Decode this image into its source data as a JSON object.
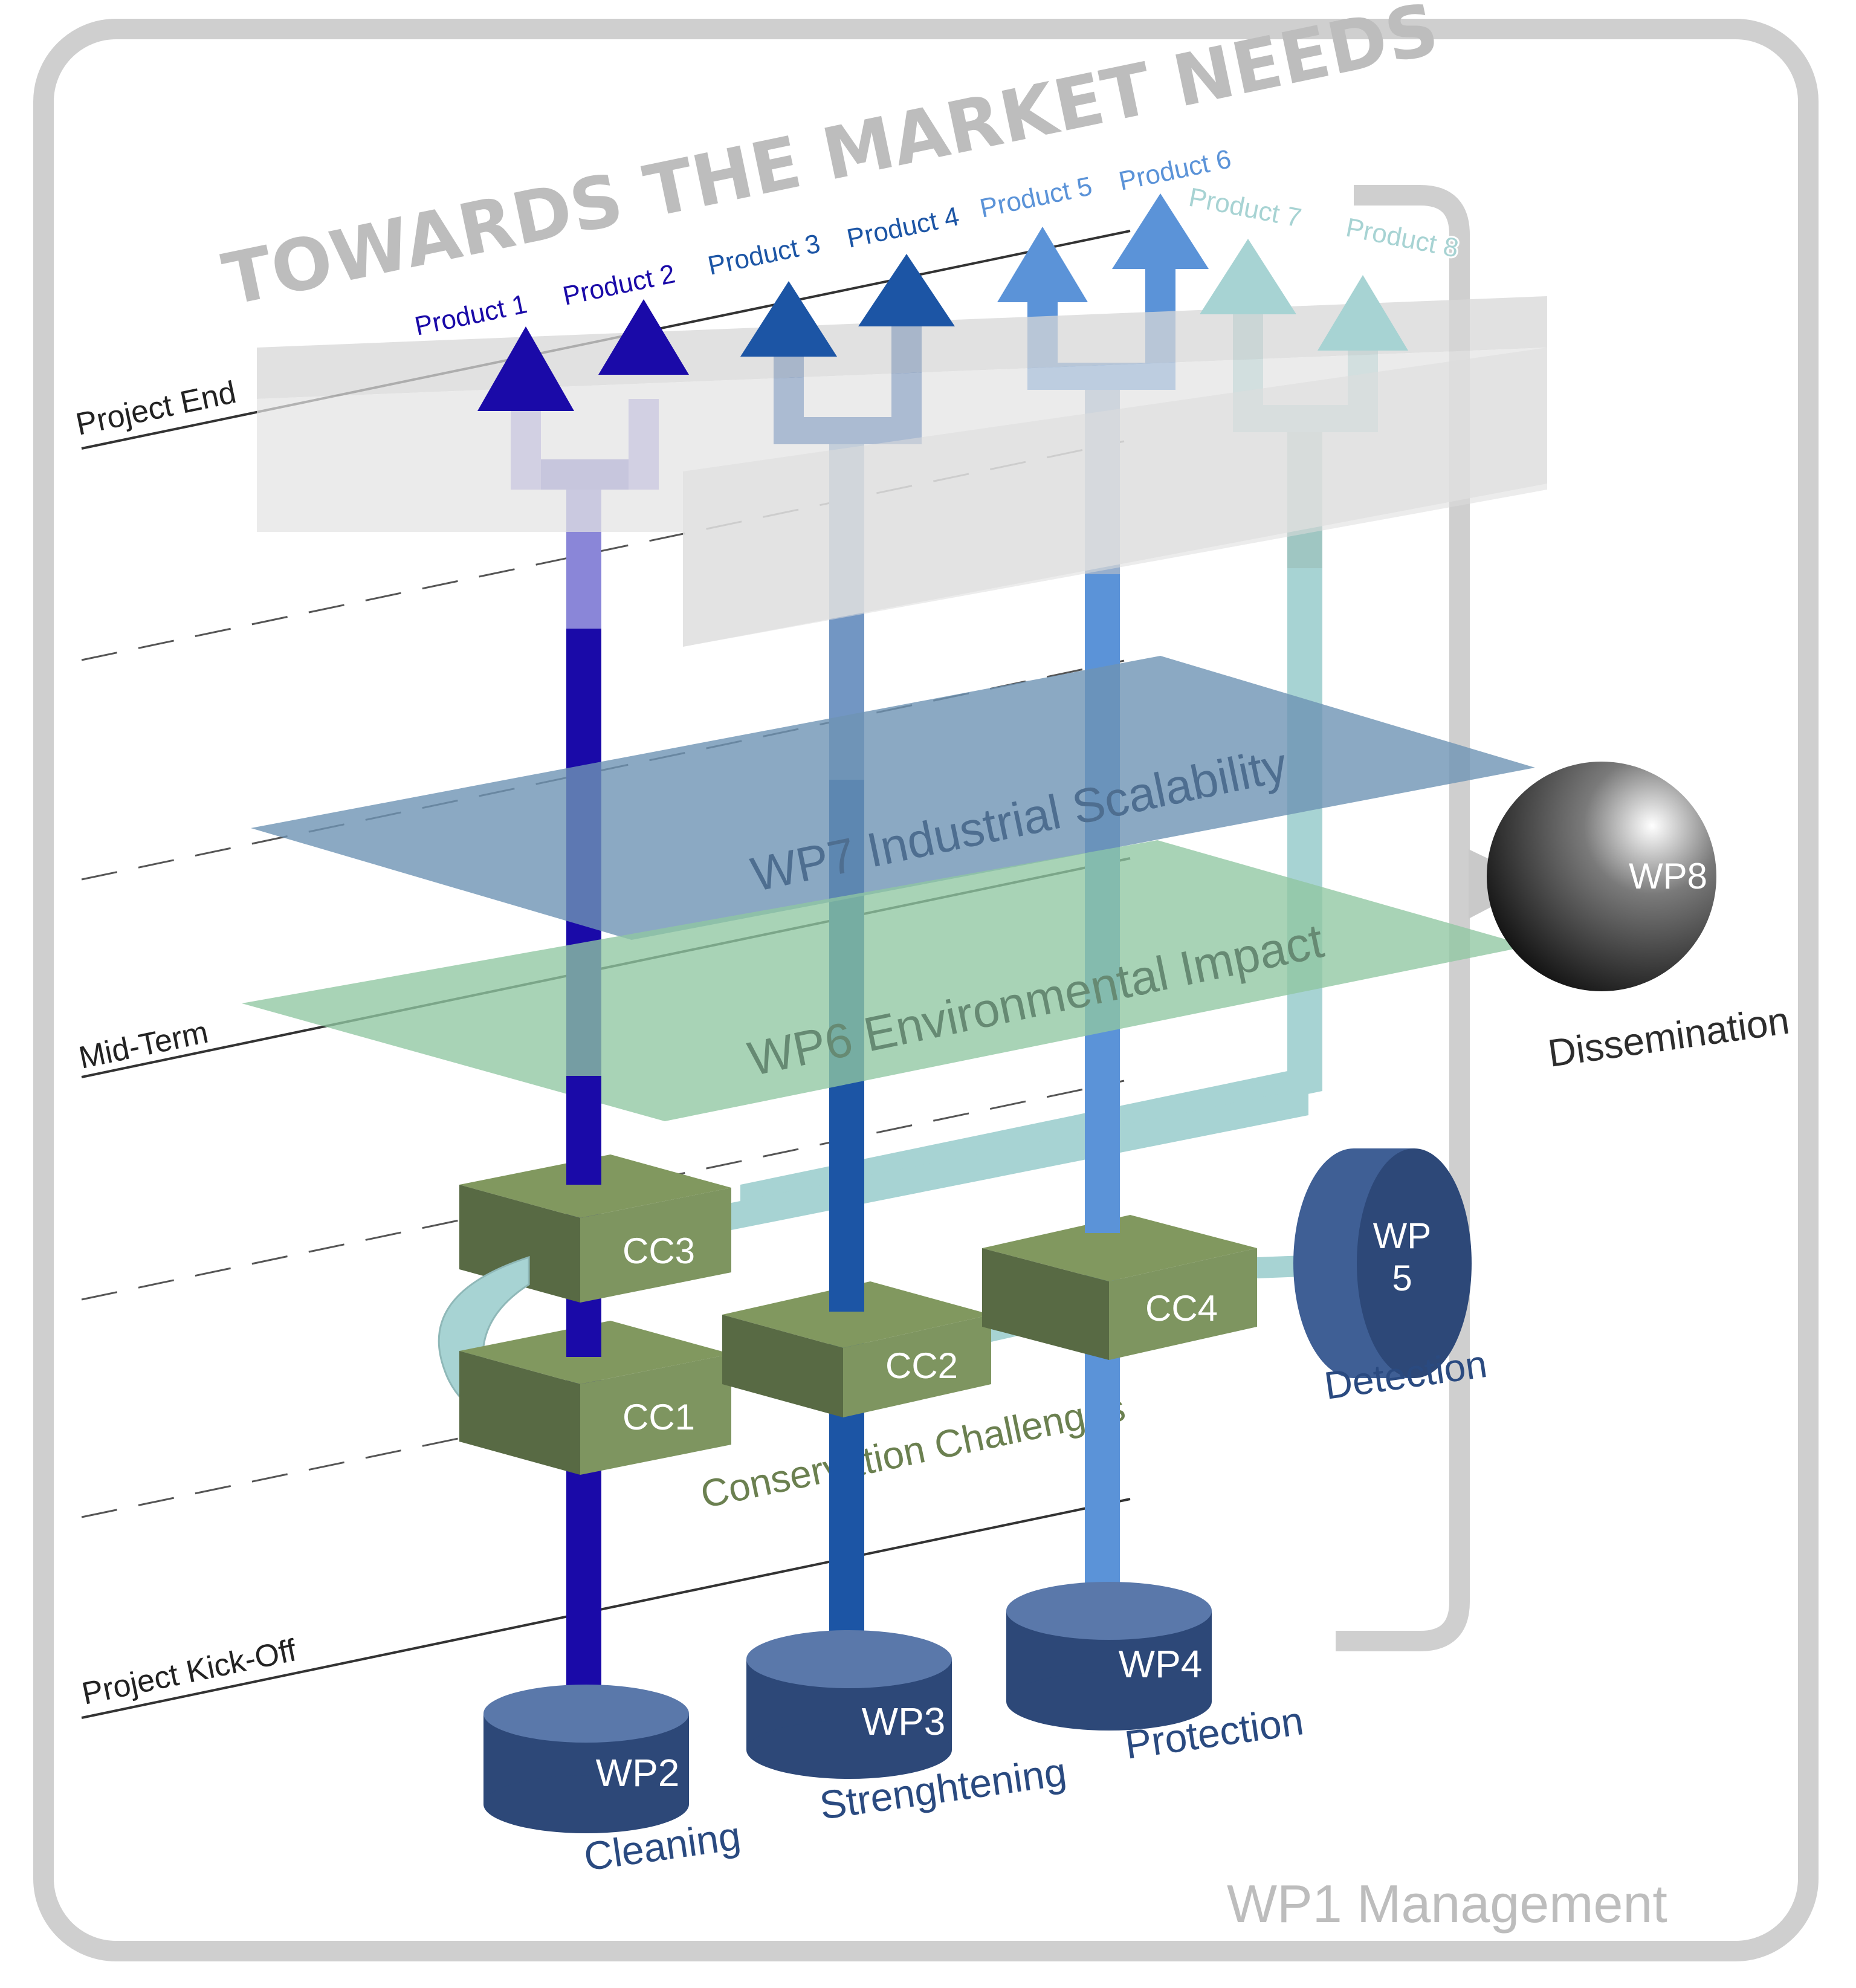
{
  "title": "TOWARDS THE MARKET NEEDS",
  "timeline": {
    "project_end": "Project End",
    "mid_term": "Mid-Term",
    "kick_off": "Project Kick-Off"
  },
  "products": [
    "Product 1",
    "Product 2",
    "Product 3",
    "Product 4",
    "Product 5",
    "Product 6",
    "Product 7",
    "Product 8"
  ],
  "planes": {
    "wp7": "WP7 Industrial Scalability",
    "wp6": "WP6 Environmental Impact"
  },
  "challenges": {
    "cc1": "CC1",
    "cc2": "CC2",
    "cc3": "CC3",
    "cc4": "CC4",
    "caption": "Conservation Challenges"
  },
  "work_packages": {
    "wp2": {
      "label": "WP2",
      "caption": "Cleaning"
    },
    "wp3": {
      "label": "WP3",
      "caption": "Strenghtening"
    },
    "wp4": {
      "label": "WP4",
      "caption": "Protection"
    },
    "wp5": {
      "label_line1": "WP",
      "label_line2": "5",
      "caption": "Detection"
    },
    "wp8": {
      "label": "WP8",
      "caption": "Dissemination"
    }
  },
  "management": "WP1 Management",
  "colors": {
    "track1": "#1a0aa8",
    "track2": "#1c55a5",
    "track3": "#5b93d8",
    "track4": "#a7d3d3",
    "wp_cylinder": "#3f5f95",
    "cc_box": "#7e9560",
    "wp7_plane": "#6e93b4",
    "wp6_plane": "#8fc6a2",
    "frame": "#cfcfcf",
    "caption_wp": "#2a4a80",
    "caption_cc": "#6b8050"
  }
}
